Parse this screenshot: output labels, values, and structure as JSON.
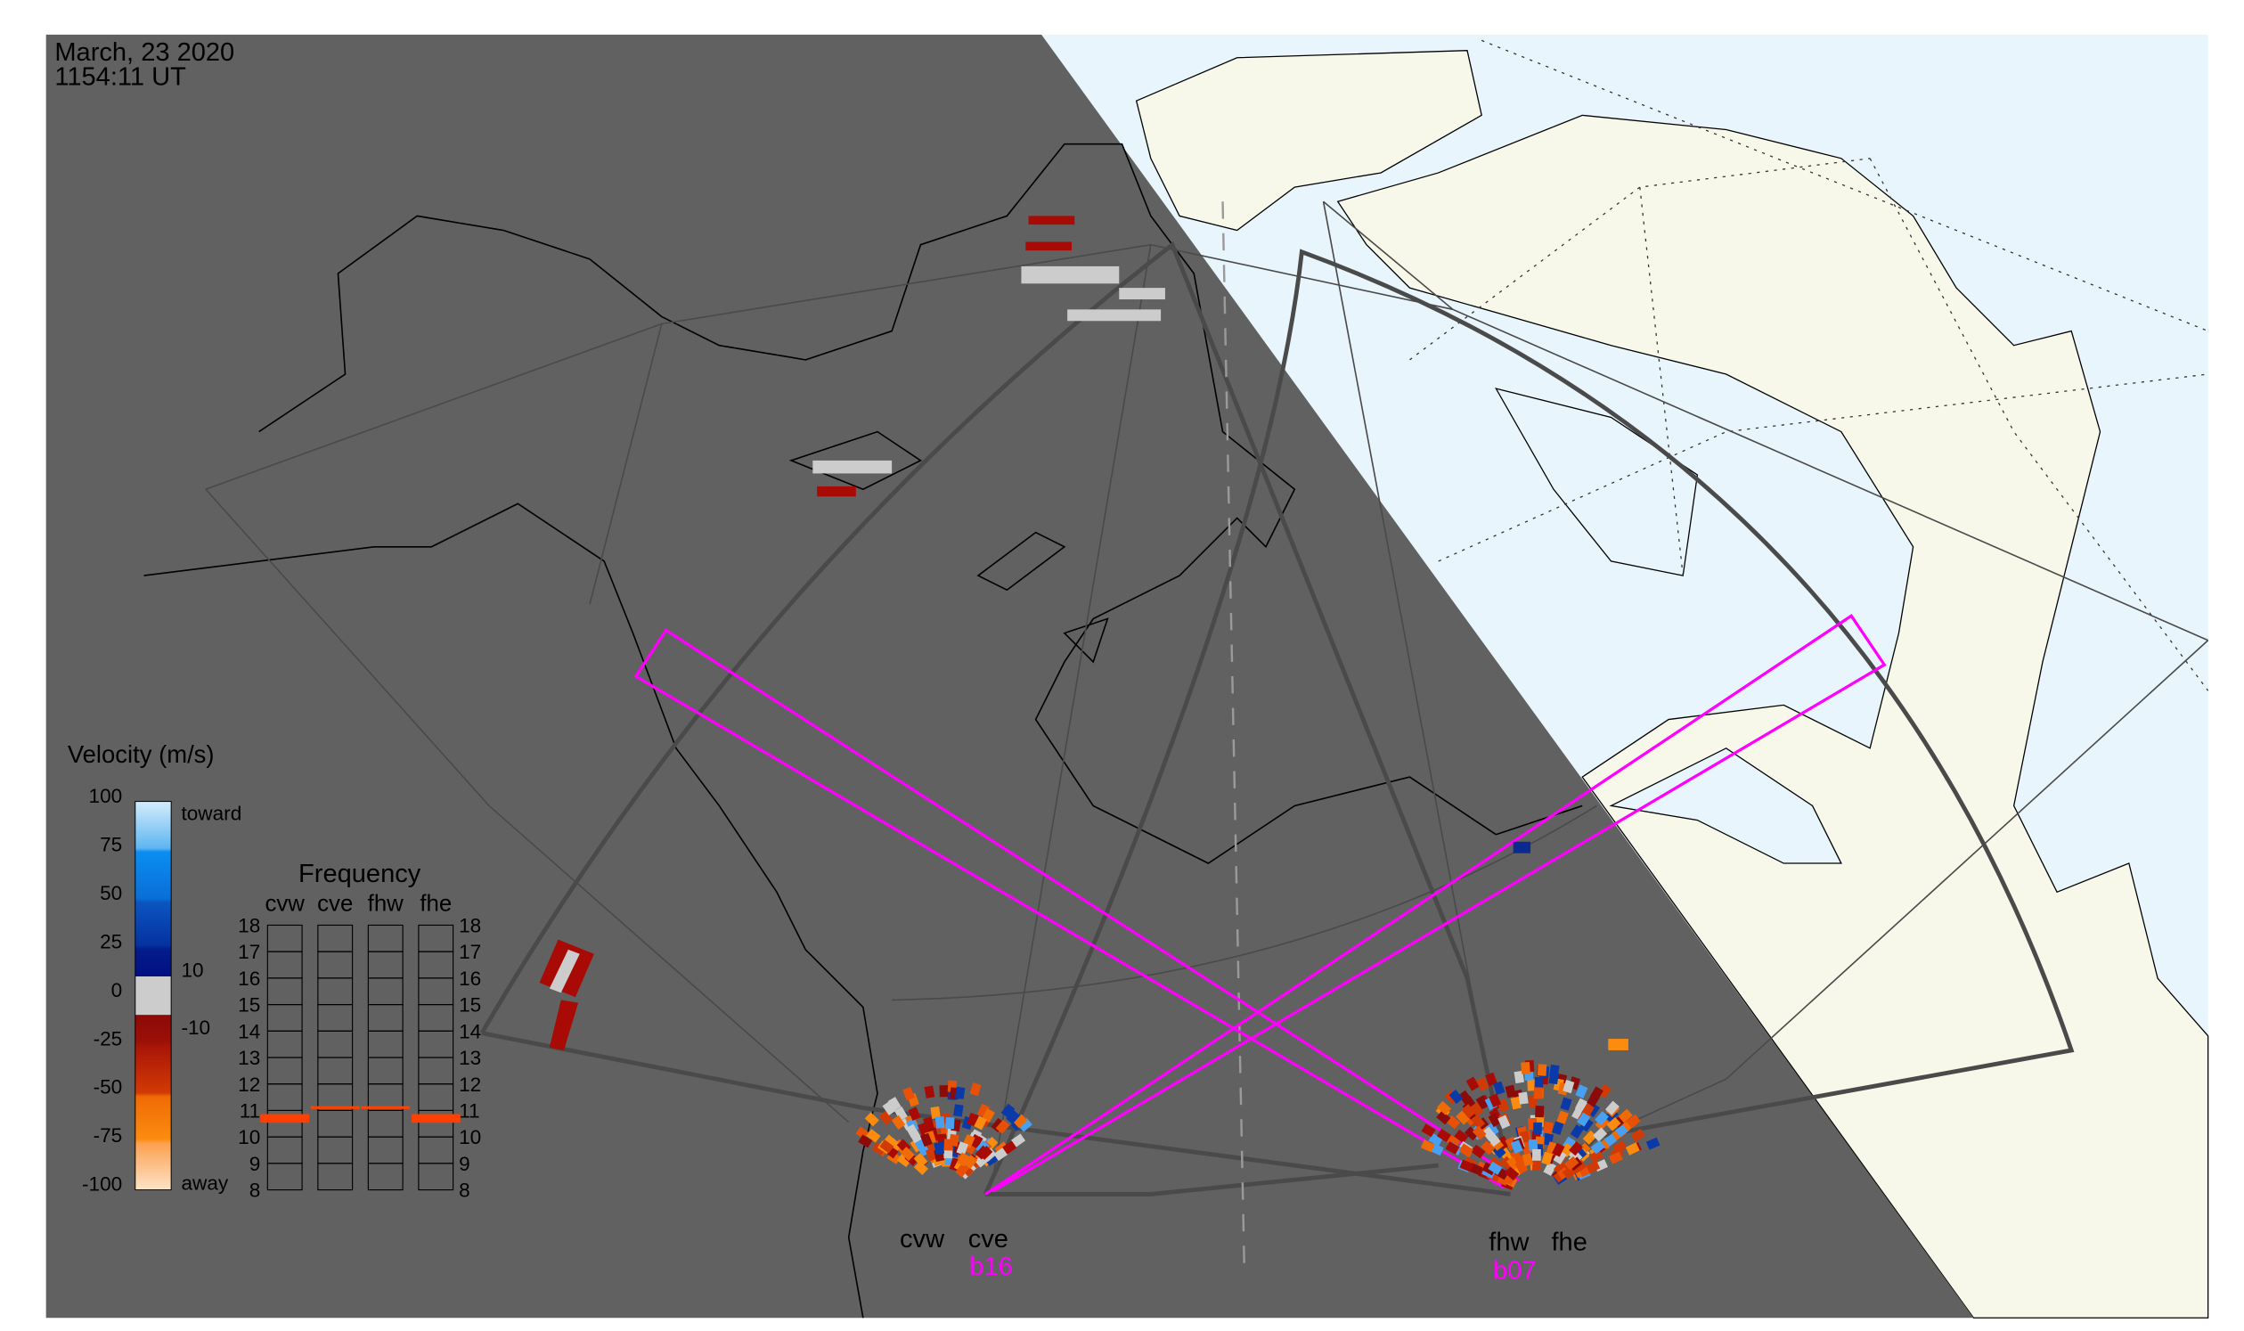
{
  "header": {
    "date": "March, 23 2020",
    "time": "1154:11 UT"
  },
  "colors": {
    "night": "#616161",
    "ocean": "#e8f5fd",
    "land": "#f8f8ea",
    "beam": "#ff00ff",
    "fov": "#4a4a4a"
  },
  "velocity_legend": {
    "title": "Velocity (m/s)",
    "ticks": [
      "100",
      "75",
      "50",
      "25",
      "0",
      "-25",
      "-50",
      "-75",
      "-100"
    ],
    "toward_label": "toward",
    "away_label": "away",
    "upper_threshold": "10",
    "lower_threshold": "-10"
  },
  "frequency_panel": {
    "title": "Frequency",
    "radars": [
      "cvw",
      "cve",
      "fhw",
      "fhe"
    ],
    "ticks": [
      "18",
      "17",
      "16",
      "15",
      "14",
      "13",
      "12",
      "11",
      "10",
      "9",
      "8"
    ],
    "frequencies_mhz": [
      10.7,
      11.0,
      11.0,
      10.7
    ]
  },
  "sites": [
    {
      "west": "cvw",
      "east": "cve",
      "beam": "b16"
    },
    {
      "west": "fhw",
      "east": "fhe",
      "beam": "b07"
    }
  ]
}
